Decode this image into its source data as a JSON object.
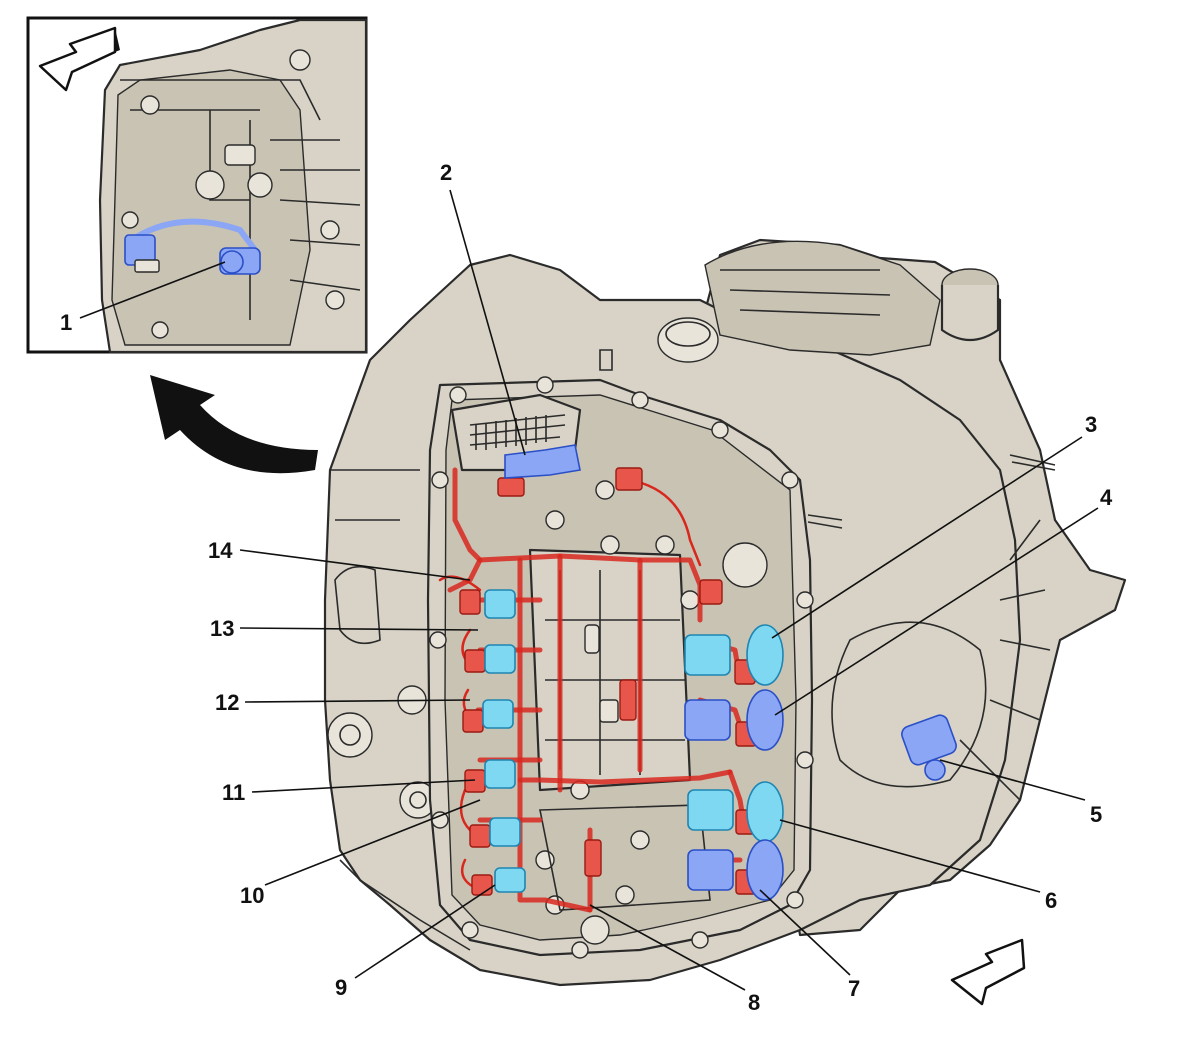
{
  "callouts": [
    "1",
    "2",
    "3",
    "4",
    "5",
    "6",
    "7",
    "8",
    "9",
    "10",
    "11",
    "12",
    "13",
    "14"
  ],
  "colors": {
    "housing": "#d8d3c6",
    "housing_shade": "#c9c3b4",
    "outline": "#2b2b2b",
    "wiring_harness": "#d8281e",
    "solenoid_light_blue": "#7fd8f2",
    "component_blue": "#8aa6f4"
  },
  "icons": [
    "inset-curved-arrow-icon",
    "direction-arrow-icon"
  ]
}
